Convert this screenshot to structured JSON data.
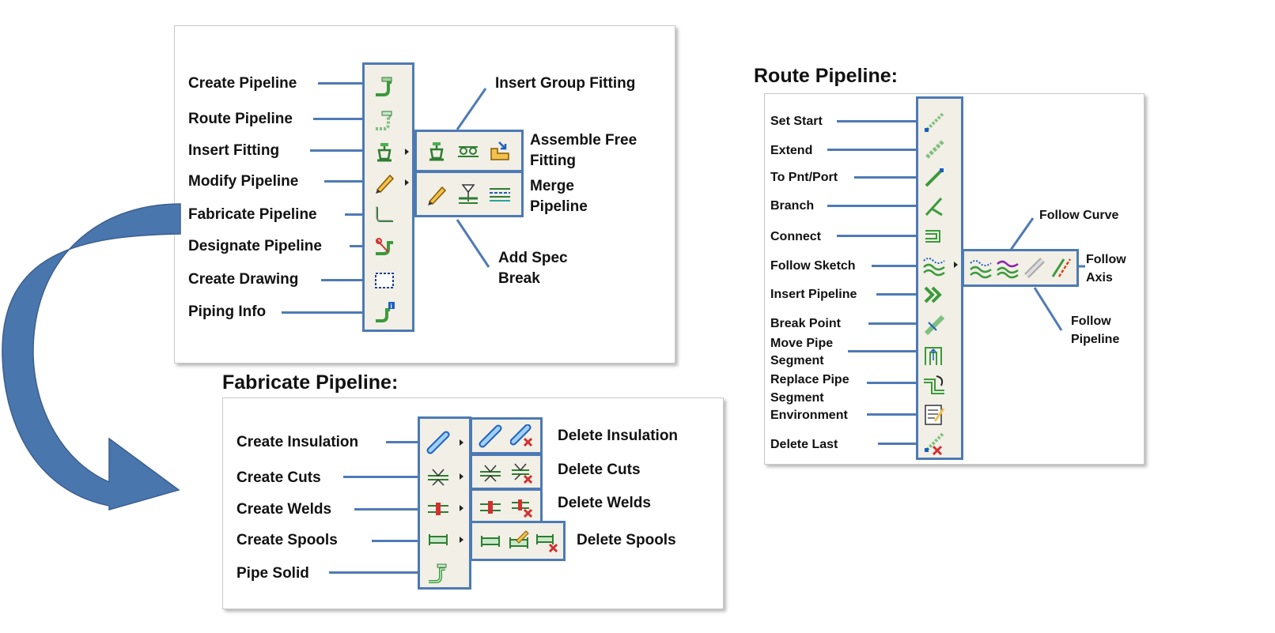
{
  "colors": {
    "accent": "#4d7ab3",
    "toolbar_bg": "#f1efe6",
    "arrow": "#4a76ae"
  },
  "main_menu": {
    "items": [
      {
        "label": "Create Pipeline",
        "icon": "create-pipeline-icon"
      },
      {
        "label": "Route Pipeline",
        "icon": "route-pipeline-icon"
      },
      {
        "label": "Insert Fitting",
        "icon": "insert-fitting-icon"
      },
      {
        "label": "Modify Pipeline",
        "icon": "pencil-icon"
      },
      {
        "label": "Fabricate Pipeline",
        "icon": "fabricate-pipeline-icon"
      },
      {
        "label": "Designate Pipeline",
        "icon": "designate-pipeline-icon"
      },
      {
        "label": "Create Drawing",
        "icon": "create-drawing-icon"
      },
      {
        "label": "Piping Info",
        "icon": "piping-info-icon"
      }
    ],
    "fitting_callouts": {
      "insert_group_fitting": "Insert Group Fitting",
      "assemble_free_fitting_1": "Assemble Free",
      "assemble_free_fitting_2": "Fitting"
    },
    "modify_callouts": {
      "merge_pipeline_1": "Merge",
      "merge_pipeline_2": "Pipeline",
      "add_spec_break_1": "Add Spec",
      "add_spec_break_2": "Break"
    }
  },
  "route_panel": {
    "heading": "Route Pipeline:",
    "items": [
      {
        "label": "Set Start",
        "icon": "set-start-icon"
      },
      {
        "label": "Extend",
        "icon": "extend-icon"
      },
      {
        "label": "To Pnt/Port",
        "icon": "to-point-port-icon"
      },
      {
        "label": "Branch",
        "icon": "branch-icon"
      },
      {
        "label": "Connect",
        "icon": "connect-icon"
      },
      {
        "label": "Follow Sketch",
        "icon": "follow-sketch-icon"
      },
      {
        "label": "Insert Pipeline",
        "icon": "insert-pipeline-icon"
      },
      {
        "label": "Break Point",
        "icon": "break-point-icon"
      },
      {
        "label": "Move Pipe",
        "label2": "Segment",
        "icon": "move-pipe-segment-icon"
      },
      {
        "label": "Replace Pipe",
        "label2": "Segment",
        "icon": "replace-pipe-segment-icon"
      },
      {
        "label": "Environment",
        "icon": "environment-icon"
      },
      {
        "label": "Delete Last",
        "icon": "delete-last-icon"
      }
    ],
    "follow_callouts": {
      "follow_curve": "Follow Curve",
      "follow_axis_1": "Follow",
      "follow_axis_2": "Axis",
      "follow_pipeline_1": "Follow",
      "follow_pipeline_2": "Pipeline"
    }
  },
  "fabricate_panel": {
    "heading": "Fabricate Pipeline:",
    "items": [
      {
        "label": "Create Insulation",
        "icon": "insulation-icon"
      },
      {
        "label": "Create Cuts",
        "icon": "cuts-icon"
      },
      {
        "label": "Create Welds",
        "icon": "welds-icon"
      },
      {
        "label": "Create Spools",
        "icon": "spools-icon"
      },
      {
        "label": "Pipe Solid",
        "icon": "pipe-solid-icon"
      }
    ],
    "delete_labels": {
      "delete_insulation": "Delete Insulation",
      "delete_cuts": "Delete Cuts",
      "delete_welds": "Delete Welds",
      "delete_spools": "Delete Spools"
    }
  }
}
